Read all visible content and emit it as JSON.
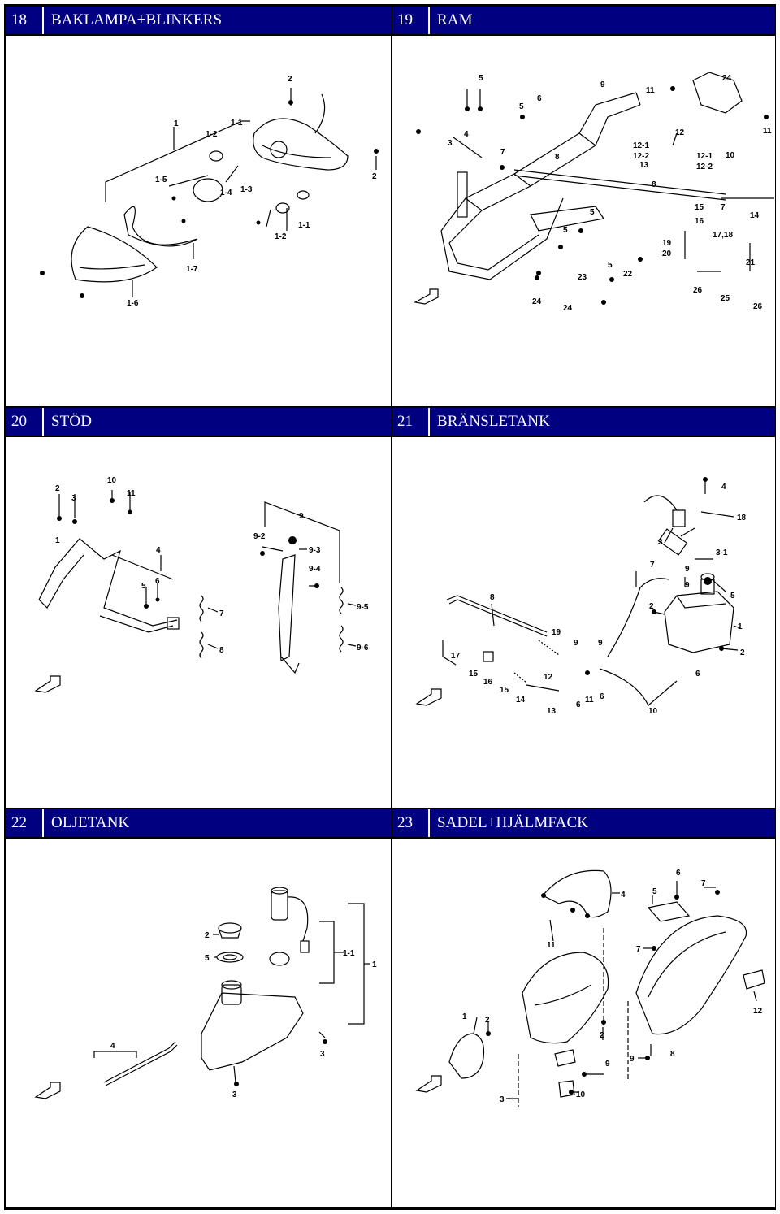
{
  "sections": [
    {
      "number": "18",
      "title": "BAKLAMPA+BLINKERS",
      "callouts": [
        "1",
        "1-2",
        "1-1",
        "2",
        "1-5",
        "1-4",
        "1-3",
        "2",
        "1-1",
        "1-2",
        "1-7",
        "1-6"
      ]
    },
    {
      "number": "19",
      "title": "RAM",
      "callouts": [
        "5",
        "9",
        "24",
        "11",
        "6",
        "5",
        "4",
        "3",
        "12",
        "12-1",
        "12-2",
        "12-1",
        "12-2",
        "10",
        "11",
        "7",
        "8",
        "13",
        "8",
        "7",
        "15",
        "16",
        "17,18",
        "14",
        "5",
        "5",
        "19",
        "20",
        "21",
        "5",
        "22",
        "23",
        "26",
        "25",
        "26",
        "24",
        "24"
      ]
    },
    {
      "number": "20",
      "title": "STÖD",
      "callouts": [
        "2",
        "3",
        "10",
        "11",
        "9",
        "9-2",
        "9-3",
        "9-4",
        "1",
        "4",
        "5",
        "6",
        "7",
        "8",
        "9-5",
        "9-6"
      ]
    },
    {
      "number": "21",
      "title": "BRÄNSLETANK",
      "callouts": [
        "4",
        "18",
        "3",
        "3-1",
        "7",
        "9",
        "9",
        "5",
        "8",
        "2",
        "1",
        "2",
        "19",
        "9",
        "9",
        "6",
        "17",
        "15",
        "16",
        "12",
        "15",
        "14",
        "13",
        "11",
        "6",
        "6",
        "10"
      ]
    },
    {
      "number": "22",
      "title": "OLJETANK",
      "callouts": [
        "2",
        "5",
        "1-1",
        "1",
        "3",
        "4",
        "3"
      ]
    },
    {
      "number": "23",
      "title": "SADEL+HJÄLMFACK",
      "callouts": [
        "6",
        "7",
        "4",
        "5",
        "11",
        "7",
        "1",
        "2",
        "12",
        "2",
        "3",
        "9",
        "8",
        "9",
        "10"
      ]
    }
  ]
}
